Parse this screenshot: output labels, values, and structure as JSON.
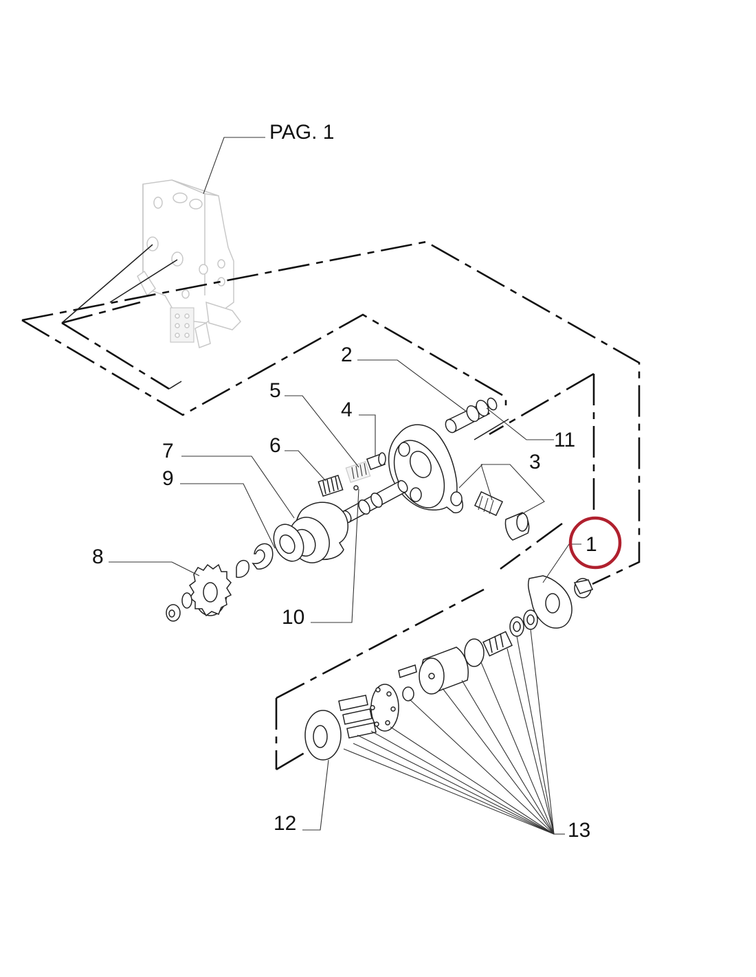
{
  "diagram": {
    "reference_label": "PAG. 1",
    "callouts": [
      {
        "id": "c1",
        "text": "1",
        "highlighted": true
      },
      {
        "id": "c2",
        "text": "2"
      },
      {
        "id": "c3",
        "text": "3"
      },
      {
        "id": "c4",
        "text": "4"
      },
      {
        "id": "c5",
        "text": "5"
      },
      {
        "id": "c6",
        "text": "6"
      },
      {
        "id": "c7",
        "text": "7"
      },
      {
        "id": "c8",
        "text": "8"
      },
      {
        "id": "c9",
        "text": "9"
      },
      {
        "id": "c10",
        "text": "10"
      },
      {
        "id": "c11",
        "text": "11"
      },
      {
        "id": "c12",
        "text": "12"
      },
      {
        "id": "c13",
        "text": "13"
      }
    ],
    "highlight_color": "#b0202e",
    "line_color": "#111111"
  }
}
